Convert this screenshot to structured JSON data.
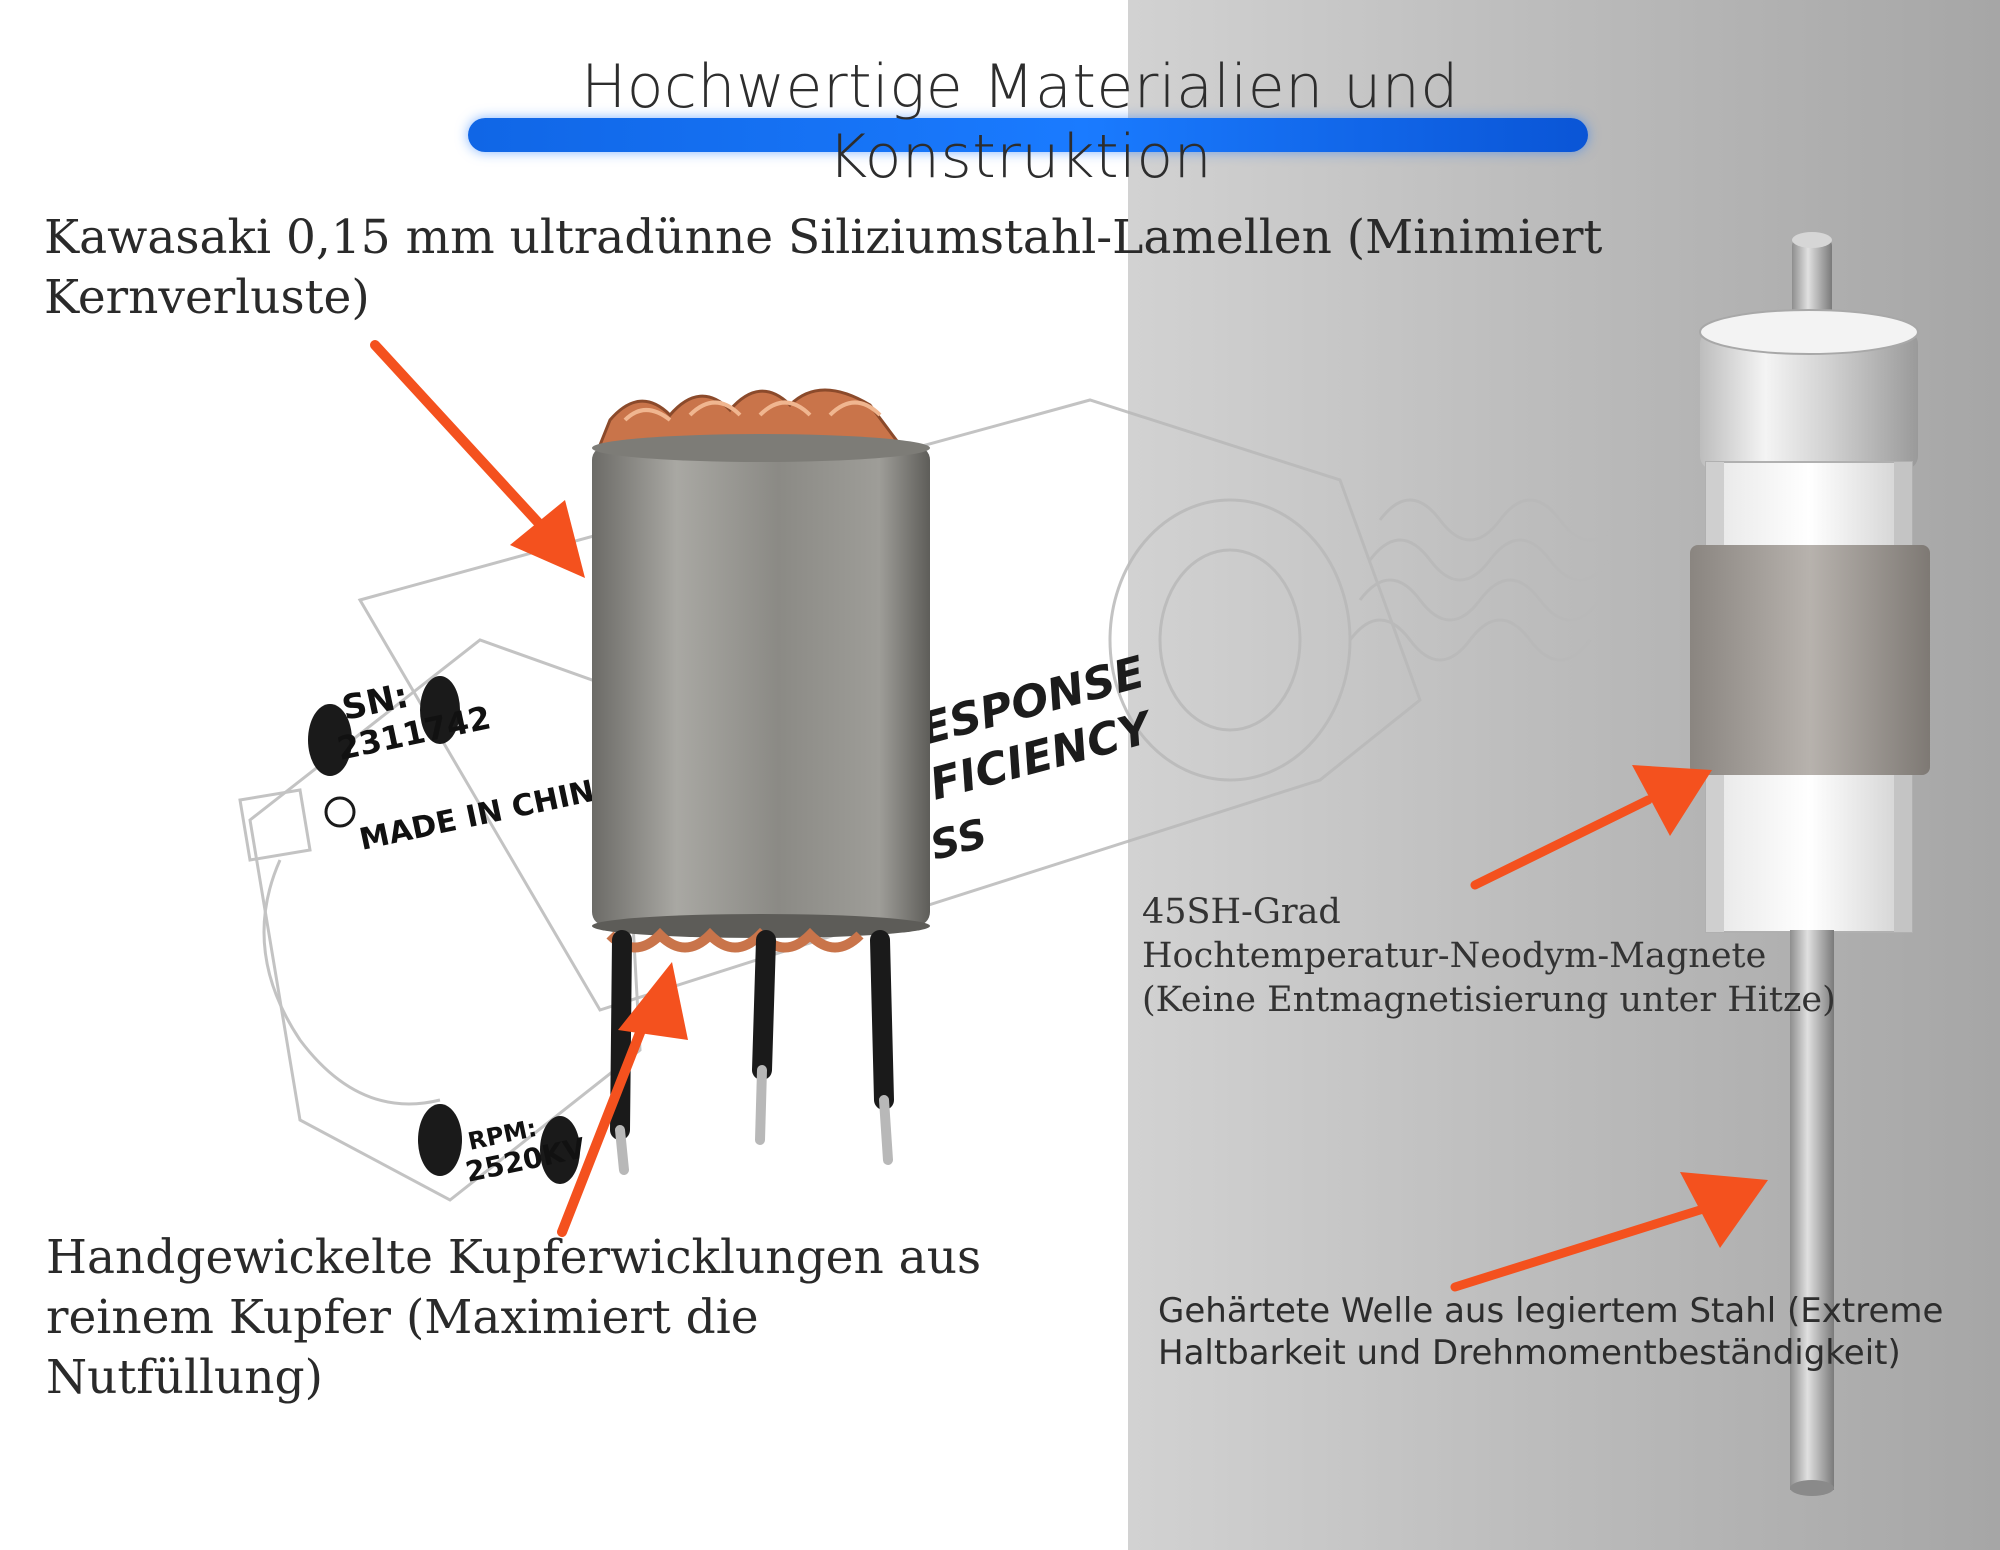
{
  "title": "Hochwertige Materialien und Konstruktion",
  "labels": {
    "lamination_line1": "Kawasaki 0,15 mm ultradünne Siliziumstahl-Lamellen (Minimiert",
    "lamination_line2": "Kernverluste)",
    "copper_line1": "Handgewickelte Kupferwicklungen aus",
    "copper_line2": "reinem Kupfer (Maximiert die Nutfüllung)",
    "magnet_line1": "45SH-Grad",
    "magnet_line2": "Hochtemperatur-Neodym-Magnete",
    "magnet_line3": "(Keine Entmagnetisierung unter Hitze)",
    "shaft_line1": "Gehärtete Welle aus legiertem Stahl (Extreme",
    "shaft_line2": "Haltbarkeit und Drehmomentbeständigkeit)"
  },
  "motor_markings": {
    "sn_label": "SN:",
    "sn_value": "2311742",
    "origin": "MADE IN CHINA",
    "rpm_label": "RPM:",
    "rpm_value": "2520KV",
    "body_text_1": "ESPONSE",
    "body_text_2": "FICIENCY",
    "body_text_3": "SS"
  },
  "colors": {
    "accent_blue": "#1a7bff",
    "arrow_orange": "#f4511e",
    "copper": "#c9744a"
  }
}
